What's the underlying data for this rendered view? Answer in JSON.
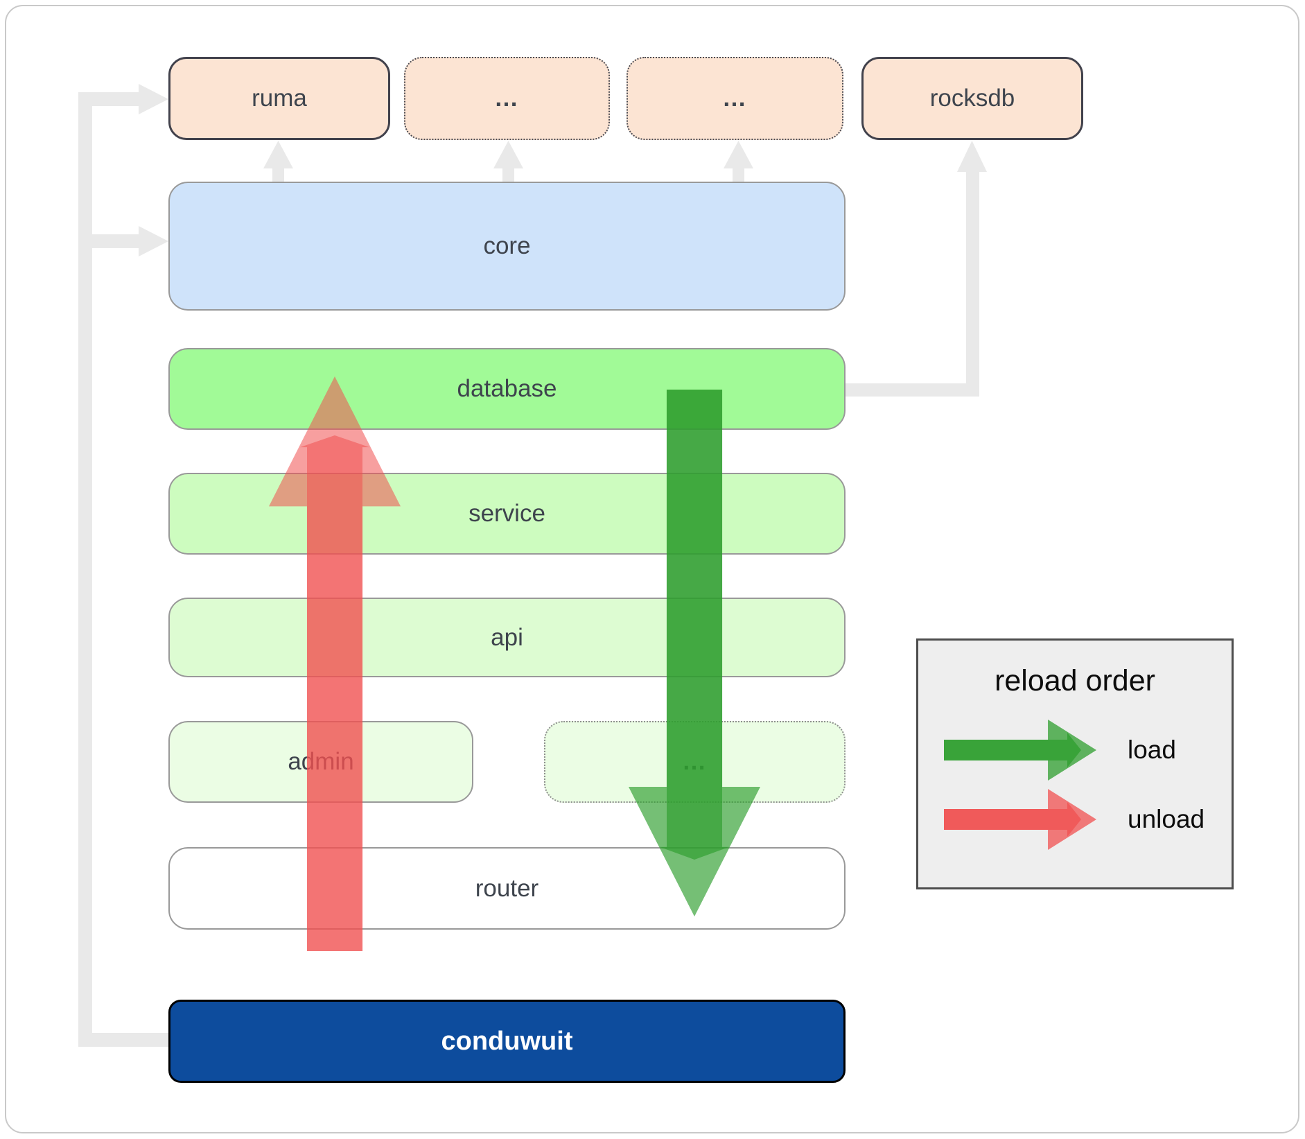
{
  "diagram": {
    "boxes": {
      "ruma": "ruma",
      "ellipsis_top_1": "…",
      "ellipsis_top_2": "…",
      "rocksdb": "rocksdb",
      "core": "core",
      "database": "database",
      "service": "service",
      "api": "api",
      "admin": "admin",
      "ellipsis_admin": "…",
      "router": "router",
      "conduwuit": "conduwuit"
    },
    "legend": {
      "title": "reload order",
      "items": [
        {
          "label": "load",
          "color": "#2e9e2e"
        },
        {
          "label": "unload",
          "color": "#f05050"
        }
      ]
    },
    "colors": {
      "peach": "#fce4d3",
      "core-blue": "#cfe3fa",
      "db-green": "#a1fa97",
      "service-green": "#cdfcbf",
      "api-green": "#ddfcd2",
      "admin-green": "#ebfde4",
      "conduwuit-blue": "#0d4c9d",
      "connector-gray": "#e9e9e9",
      "load-green": "#2e9e2e",
      "unload-red": "#f05050",
      "legend-bg": "#eeeeee",
      "text-dark": "#3e444d",
      "outline-dark": "#42424c",
      "outline-gray": "#999999"
    }
  }
}
